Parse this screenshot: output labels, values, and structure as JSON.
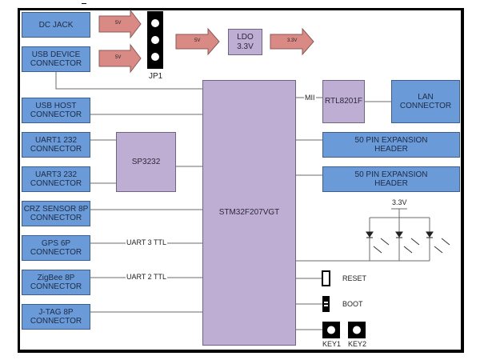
{
  "power": {
    "dc_jack": "DC JACK",
    "usb_device": "USB DEVICE\nCONNECTOR",
    "arrow_dc": "5V",
    "arrow_usb": "5V",
    "jumper": "JP1",
    "arrow_jp": "5V",
    "ldo": "LDO\n3.3V",
    "arrow_ldo": "3.3V"
  },
  "left_connectors": [
    "USB HOST\nCONNECTOR",
    "UART1 232\nCONNECTOR",
    "UART3 232\nCONNECTOR",
    "CRZ SENSOR 8P\nCONNECTOR",
    "GPS 6P\nCONNECTOR",
    "ZigBee 8P\nCONNECTOR",
    "J-TAG 8P\nCONNECTOR"
  ],
  "transceiver": "SP3232",
  "mcu": "STM32F207VGT",
  "bus_labels": {
    "mii": "MII",
    "gps": "UART 3 TTL",
    "zigbee": "UART 2 TTL"
  },
  "phy": "RTL8201F",
  "lan": "LAN\nCONNECTOR",
  "expansion": [
    "50 PIN EXPANSION\nHEADER",
    "50 PIN EXPANSION\nHEADER"
  ],
  "led_supply": "3.3V",
  "led_count": 3,
  "controls": {
    "reset": "RESET",
    "boot": "BOOT",
    "key1": "KEY1",
    "key2": "KEY2"
  },
  "colors": {
    "connector": "#6a9ad8",
    "ic": "#bfaed4",
    "power_arrow": "#d98a85"
  }
}
